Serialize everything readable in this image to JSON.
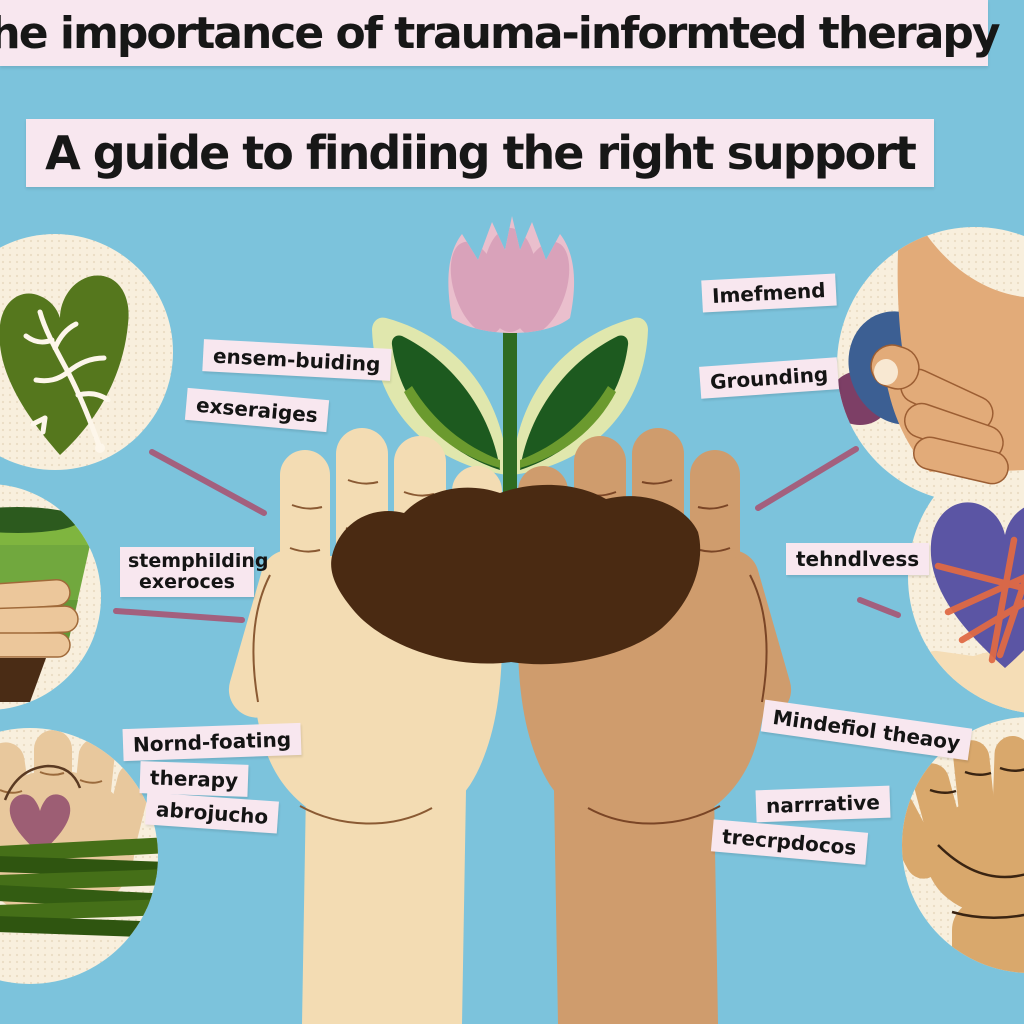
{
  "title": {
    "line1": "he importance of trauma-informted therapy",
    "line2": "A guide to  findiing the right support"
  },
  "stickers": {
    "left_top_1": "ensem-buiding",
    "left_top_2": "exseraiges",
    "left_mid_1": "stemphilding",
    "left_mid_2": "exeroces",
    "left_bottom_1": "Nornd-foating",
    "left_bottom_2": "therapy",
    "left_bottom_3": "abrojucho",
    "right_top_1": "Imefmend",
    "right_top_2": "Grounding",
    "right_mid_1": "tehndlvess",
    "right_bottom_1": "Mindefiol theaoy",
    "right_bottom_2": "narrrative",
    "right_bottom_3": "trecrpdocos"
  },
  "icons": [
    "heart-leaf-icon",
    "plant-pot-icon",
    "yarn-wrapped-hand-heart-icon",
    "stress-stone-hand-icon",
    "string-wrapped-heart-icon",
    "open-palm-icon",
    "nurturing-hands-flower-illustration"
  ],
  "colors": {
    "background": "#7cc3dc",
    "banner": "#f8e7ef",
    "sticker": "#f8e7ef",
    "text": "#171717",
    "connector": "#a3607e",
    "circle": "#f8efdd",
    "soil": "#4a2a12",
    "stem": "#2e6b22",
    "leaf_outer": "#e0e7ad",
    "leaf_inner": "#1d5a1f",
    "petal_outer": "#eabfcd",
    "petal_inner": "#d9a2ba",
    "skin_light": "#f3dcb3",
    "skin_tan": "#cf9c6d",
    "pot_green": "#71a83e",
    "heart_leaf_green": "#55771d",
    "yarn_green": "#3f6b15",
    "heart_mauve": "#9d5e74",
    "stone_blue": "#3c5f93",
    "stone_purple": "#7d3f66",
    "heart_indigo": "#5b55a4",
    "string_orange": "#e06a45"
  }
}
